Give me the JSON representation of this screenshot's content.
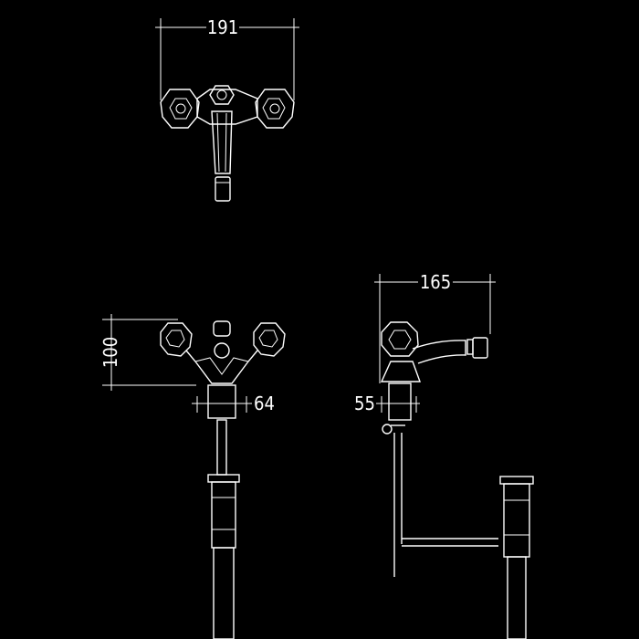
{
  "colors": {
    "background": "#000000",
    "line": "#ffffff"
  },
  "views": {
    "top_view": {
      "width_dimension": "191"
    },
    "front_view": {
      "height_dimension": "100",
      "shank_dimension": "64"
    },
    "side_view": {
      "depth_dimension": "165",
      "shank_dimension": "55"
    }
  }
}
